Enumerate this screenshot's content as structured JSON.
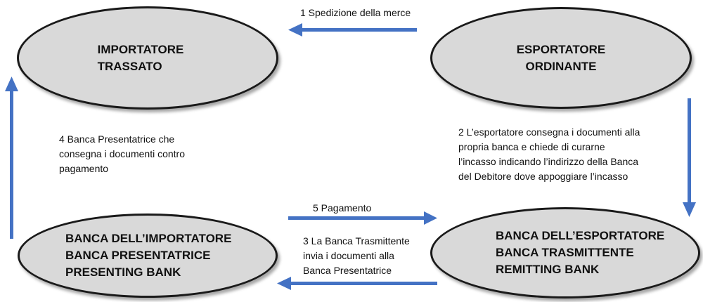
{
  "nodes": {
    "importatore": [
      "IMPORTATORE",
      "TRASSATO"
    ],
    "esportatore": [
      "ESPORTATORE",
      "ORDINANTE"
    ],
    "banca_importatore": [
      "BANCA DELL’IMPORTATORE",
      "BANCA PRESENTATRICE",
      "PRESENTING BANK"
    ],
    "banca_esportatore": [
      "BANCA DELL’ESPORTATORE",
      "BANCA TRASMITTENTE",
      "REMITTING BANK"
    ]
  },
  "steps": {
    "s1": [
      "1 Spedizione della merce"
    ],
    "s2": [
      "2 L’esportatore consegna i documenti alla",
      "propria banca e chiede di curarne",
      "l’incasso indicando l’indirizzo della Banca",
      "del Debitore dove appoggiare l’incasso"
    ],
    "s3": [
      "3 La Banca Trasmittente",
      "invia i documenti alla",
      "Banca Presentatrice"
    ],
    "s4": [
      "4 Banca Presentatrice che",
      "consegna i documenti contro",
      "pagamento"
    ],
    "s5": [
      "5 Pagamento"
    ]
  },
  "colors": {
    "arrow": "#4472c4",
    "node_fill": "#d9d9d9",
    "node_border": "#1a1a1a"
  }
}
